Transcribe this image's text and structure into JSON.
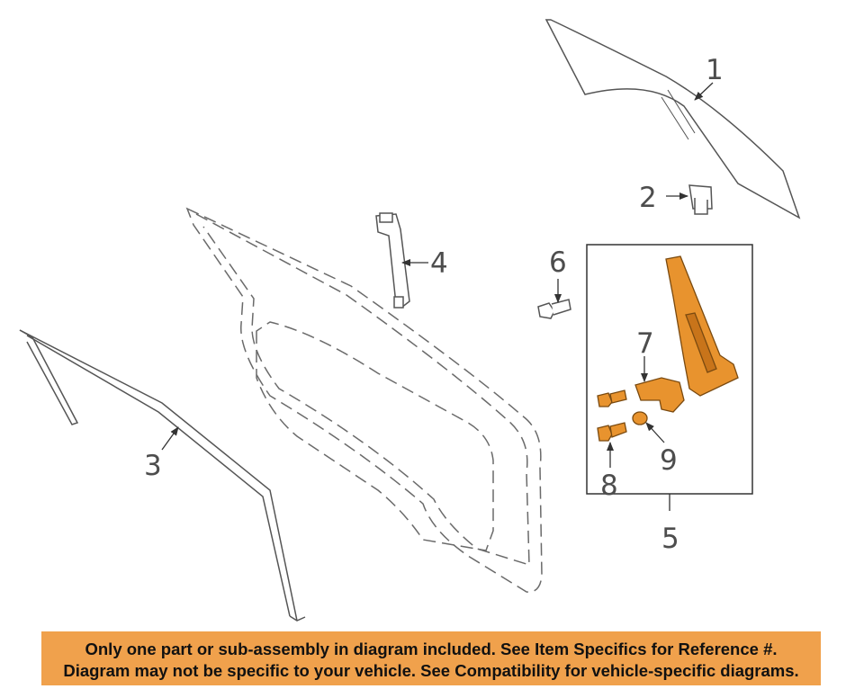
{
  "callouts": {
    "c1": "1",
    "c2": "2",
    "c3": "3",
    "c4": "4",
    "c5": "5",
    "c6": "6",
    "c7": "7",
    "c8": "8",
    "c9": "9"
  },
  "notice": {
    "line1": "Only one part or sub-assembly in diagram included. See Item Specifics for Reference #.",
    "line2": "Diagram may not be specific to your vehicle. See Compatibility for vehicle-specific diagrams."
  },
  "colors": {
    "highlight_part": "#e8932e",
    "notice_bg": "#f0a14c",
    "line": "#4d4d4d"
  }
}
